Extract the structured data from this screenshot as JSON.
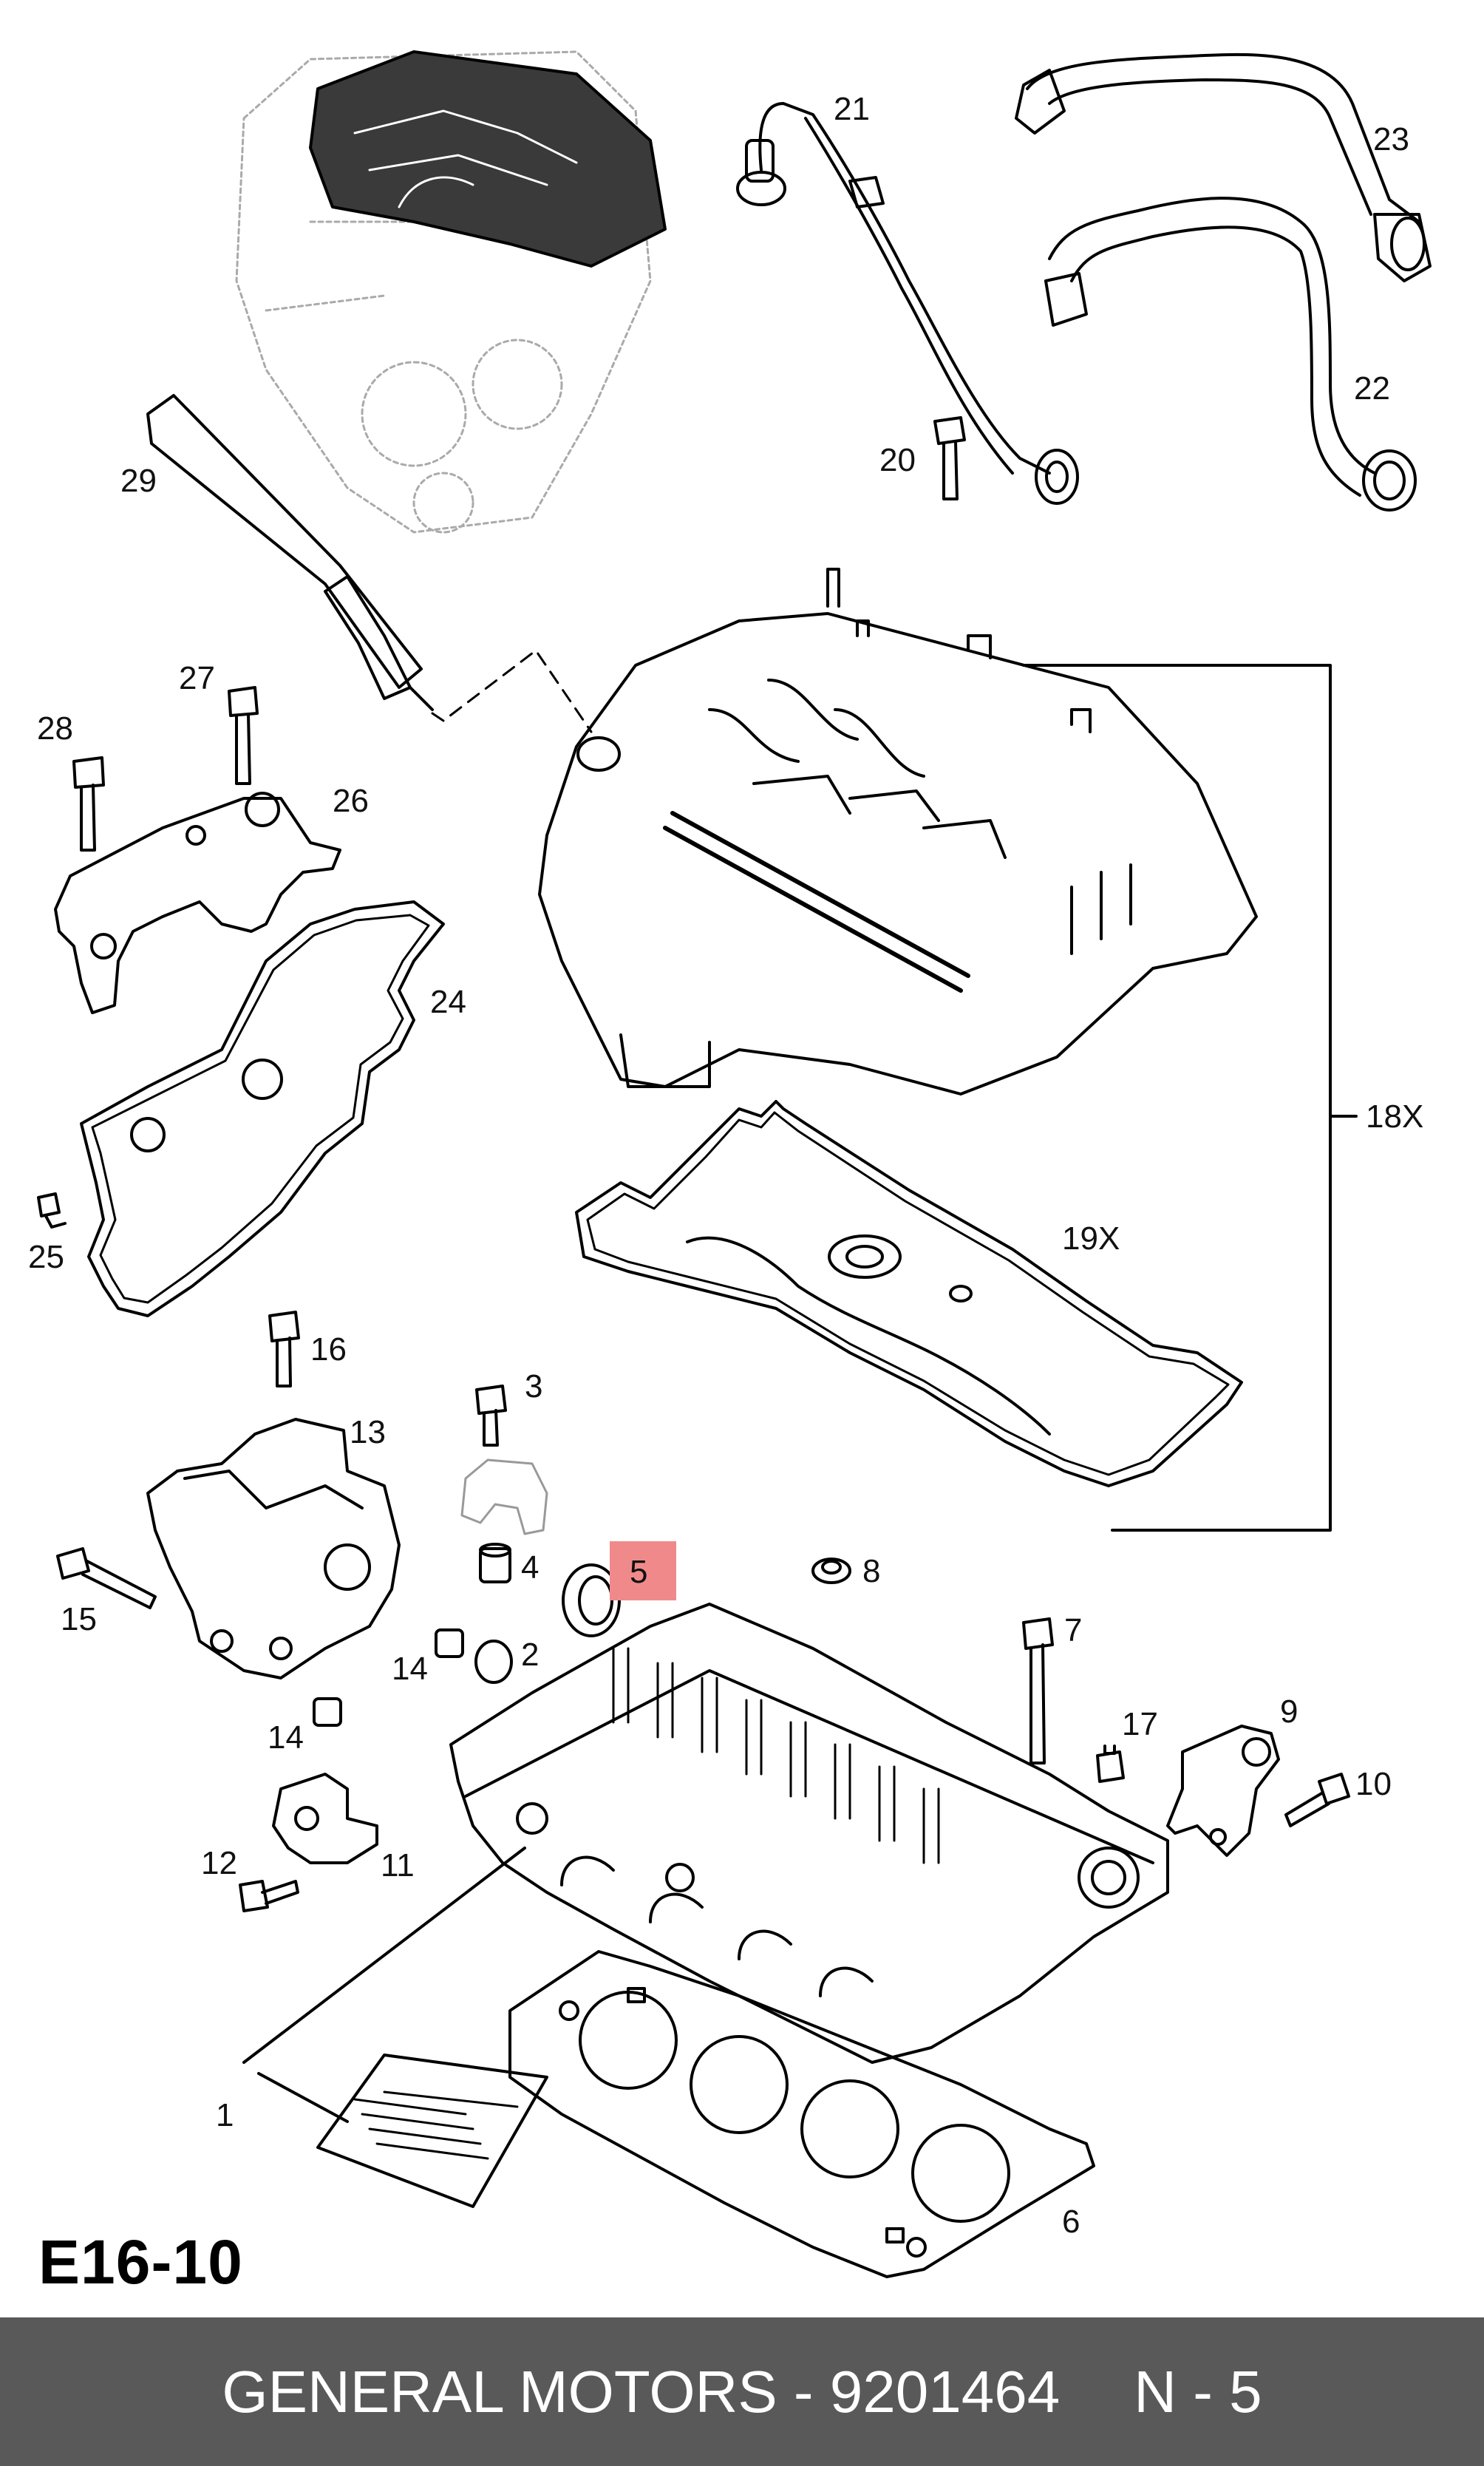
{
  "diagram": {
    "code": "E16-10",
    "highlight_color": "#f08a8a",
    "highlighted_part": "5",
    "callouts": [
      "1",
      "2",
      "3",
      "4",
      "5",
      "6",
      "7",
      "8",
      "9",
      "10",
      "11",
      "12",
      "13",
      "14",
      "14",
      "15",
      "16",
      "17",
      "18X",
      "19X",
      "20",
      "21",
      "22",
      "23",
      "24",
      "25",
      "26",
      "27",
      "28",
      "29"
    ]
  },
  "footer": {
    "brand": "GENERAL MOTORS",
    "separator": " - ",
    "part_number": "9201464",
    "position": "N - 5"
  }
}
